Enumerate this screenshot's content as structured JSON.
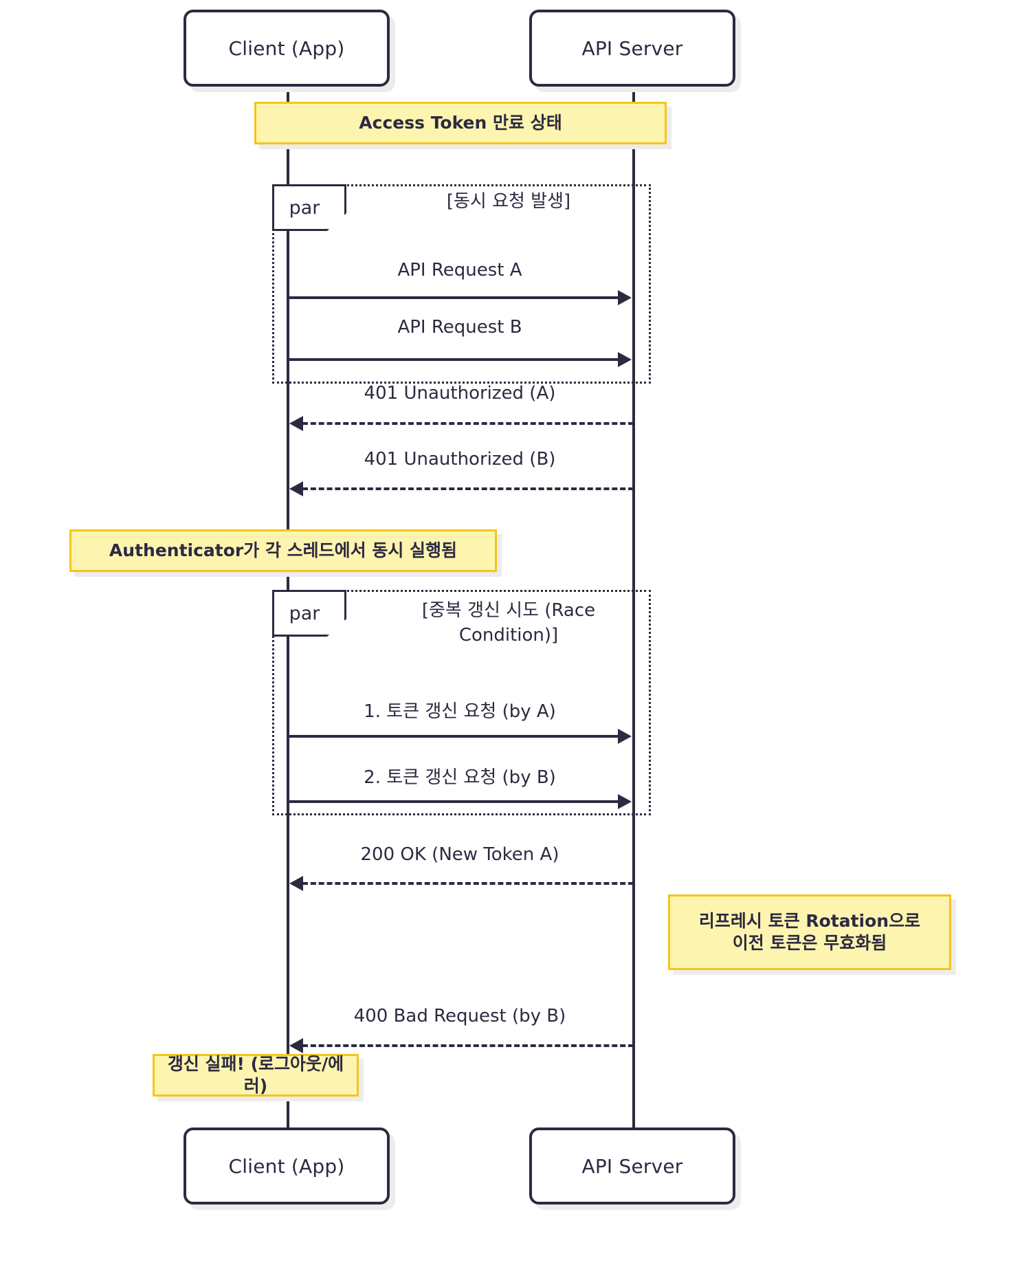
{
  "diagram": {
    "type": "sequence-diagram",
    "title": "Token refresh race condition sequence"
  },
  "actors": [
    {
      "id": "client",
      "label_top": "Client (App)",
      "label_bottom": "Client (App)"
    },
    {
      "id": "server",
      "label_top": "API Server",
      "label_bottom": "API Server"
    }
  ],
  "notes": [
    {
      "id": "note-expired",
      "text": "Access Token 만료 상태",
      "span": "both"
    },
    {
      "id": "note-authenticator",
      "text": "Authenticator가 각 스레드에서 동시 실행됨",
      "span": "client"
    },
    {
      "id": "note-rotation",
      "line1": "리프레시 토큰 Rotation으로",
      "line2": "이전 토큰은 무효화됨",
      "span": "server"
    },
    {
      "id": "note-failure",
      "text": "갱신 실패! (로그아웃/에러)",
      "span": "client"
    }
  ],
  "fragments": [
    {
      "id": "par-1",
      "tag": "par",
      "condition": "[동시 요청 발생]"
    },
    {
      "id": "par-2",
      "tag": "par",
      "condition_line1": "[중복 갱신 시도 (Race",
      "condition_line2": "Condition)]"
    }
  ],
  "messages": [
    {
      "id": "msg-1",
      "label": "API Request A",
      "from": "client",
      "to": "server",
      "style": "solid"
    },
    {
      "id": "msg-2",
      "label": "API Request B",
      "from": "client",
      "to": "server",
      "style": "solid"
    },
    {
      "id": "msg-3",
      "label": "401 Unauthorized (A)",
      "from": "server",
      "to": "client",
      "style": "dashed"
    },
    {
      "id": "msg-4",
      "label": "401 Unauthorized (B)",
      "from": "server",
      "to": "client",
      "style": "dashed"
    },
    {
      "id": "msg-5",
      "label": "1. 토큰 갱신 요청 (by A)",
      "from": "client",
      "to": "server",
      "style": "solid"
    },
    {
      "id": "msg-6",
      "label": "2. 토큰 갱신 요청 (by B)",
      "from": "client",
      "to": "server",
      "style": "solid"
    },
    {
      "id": "msg-7",
      "label": "200 OK (New Token A)",
      "from": "server",
      "to": "client",
      "style": "dashed"
    },
    {
      "id": "msg-8",
      "label": "400 Bad Request (by B)",
      "from": "server",
      "to": "client",
      "style": "dashed"
    }
  ],
  "colors": {
    "stroke": "#2c2a40",
    "note_fill": "#fdf4b0",
    "note_border": "#f5c518",
    "shadow": "#ececed",
    "background": "#ffffff"
  }
}
